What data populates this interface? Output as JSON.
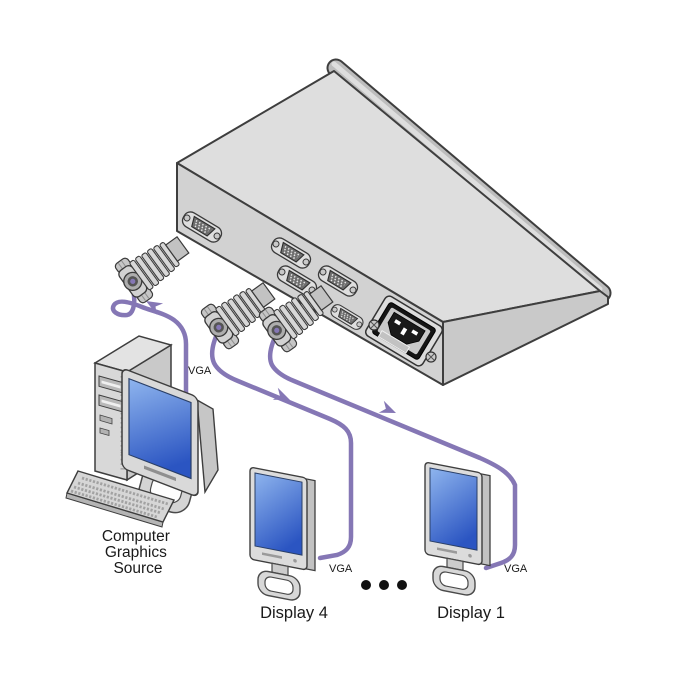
{
  "diagram": {
    "labels": {
      "vga": "VGA",
      "source_lines": [
        "Computer",
        "Graphics",
        "Source"
      ],
      "display4": "Display 4",
      "display1": "Display 1"
    },
    "colors": {
      "cable": "#8577b5",
      "outline": "#3e3e3e",
      "chassis_top": "#dedede",
      "chassis_panel": "#d2d2d2",
      "chassis_side": "#c9c9c9",
      "screen_top": "#8fb5ee",
      "screen_bottom": "#2b55c2",
      "background": "#ffffff"
    },
    "icons": {
      "device": "vga-distribution-amplifier",
      "ports": "vga-port-icon",
      "plugs": "vga-plug-icon",
      "power": "power-inlet-icon",
      "source": [
        "computer-tower-icon",
        "crt-monitor-icon",
        "keyboard-icon"
      ],
      "displays": "lcd-display-icon",
      "flow": "signal-arrow-icon",
      "more_displays": "ellipsis-dots"
    }
  }
}
